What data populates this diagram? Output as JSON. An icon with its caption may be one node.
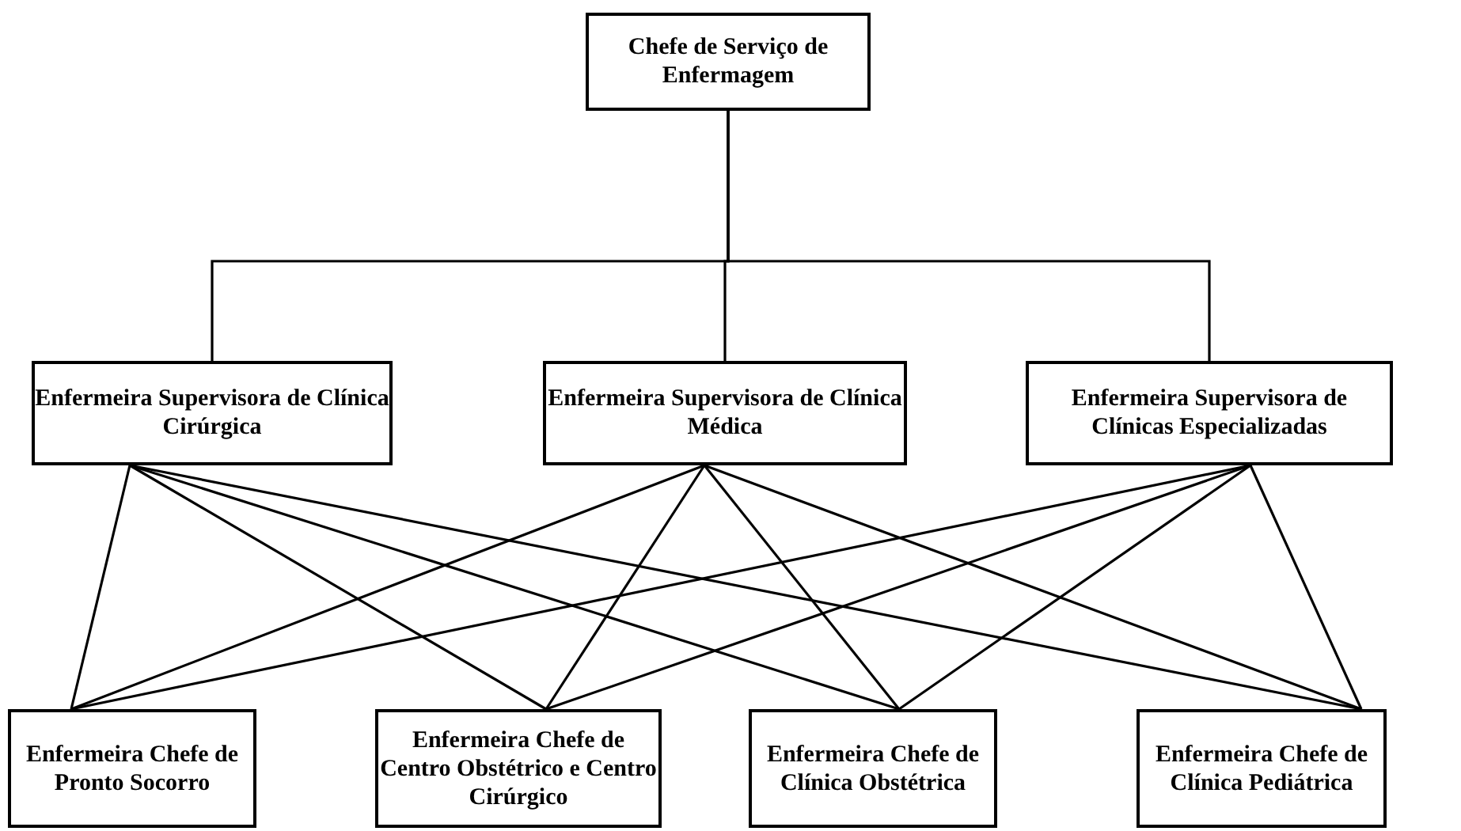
{
  "diagram": {
    "nodes": [
      {
        "text": [
          "Chefe de Serviço de Enfermagem"
        ]
      },
      {
        "text": [
          "Enfermeira Supervisora de Clínica Cirúrgica"
        ]
      },
      {
        "text": [
          "Enfermeira Supervisora de Clínica Médica"
        ]
      },
      {
        "text": [
          "Enfermeira Supervisora de Clínicas Especializadas"
        ]
      },
      {
        "text": [
          "Enfermeira Chefe de Pronto Socorro"
        ]
      },
      {
        "text": [
          "Enfermeira Chefe de Centro Obstétrico e Centro Cirúrgico"
        ]
      },
      {
        "text": [
          "Enfermeira Chefe de Clínica Obstétrica"
        ]
      },
      {
        "text": [
          "Enfermeira Chefe de Clínica Pediátrica"
        ]
      }
    ],
    "edges": [
      {
        "from": 0,
        "to": 1,
        "arrow": "none"
      },
      {
        "from": 0,
        "to": 2,
        "arrow": "none"
      },
      {
        "from": 0,
        "to": 3,
        "arrow": "none"
      },
      {
        "from": 1,
        "to": 4,
        "arrow": "none"
      },
      {
        "from": 1,
        "to": 5,
        "arrow": "none"
      },
      {
        "from": 1,
        "to": 6,
        "arrow": "none"
      },
      {
        "from": 1,
        "to": 7,
        "arrow": "none"
      },
      {
        "from": 2,
        "to": 4,
        "arrow": "none"
      },
      {
        "from": 2,
        "to": 5,
        "arrow": "none"
      },
      {
        "from": 2,
        "to": 6,
        "arrow": "none"
      },
      {
        "from": 2,
        "to": 7,
        "arrow": "none"
      },
      {
        "from": 3,
        "to": 4,
        "arrow": "none"
      },
      {
        "from": 3,
        "to": 5,
        "arrow": "none"
      },
      {
        "from": 3,
        "to": 6,
        "arrow": "none"
      },
      {
        "from": 3,
        "to": 7,
        "arrow": "none"
      }
    ]
  }
}
